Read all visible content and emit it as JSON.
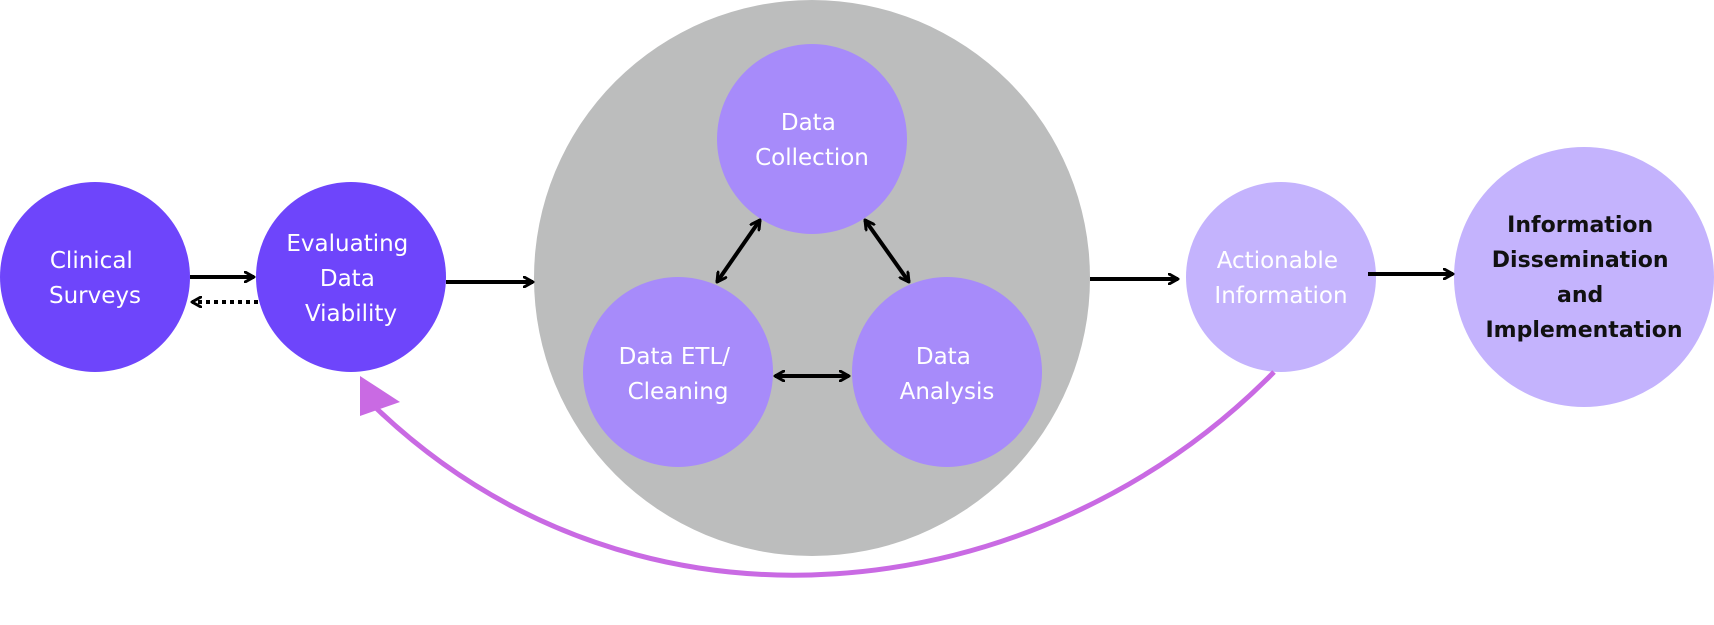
{
  "colors": {
    "deep_purple": "#6e45fb",
    "mid_purple": "#a78bfa",
    "light_purple": "#c4b3fd",
    "container_gray": "#bcbdbd",
    "arrow_black": "#000000",
    "feedback_arrow": "#c96ae3",
    "white_text": "#ffffff",
    "dark_text": "#111111"
  },
  "nodes": {
    "clinical_surveys": {
      "lines": [
        "Clinical",
        "Surveys"
      ]
    },
    "evaluating_viability": {
      "lines": [
        "Evaluating",
        "Data",
        "Viability"
      ]
    },
    "data_collection": {
      "lines": [
        "Data",
        "Collection"
      ]
    },
    "data_etl": {
      "lines": [
        "Data ETL/",
        "Cleaning"
      ]
    },
    "data_analysis": {
      "lines": [
        "Data",
        "Analysis"
      ]
    },
    "actionable_information": {
      "lines": [
        "Actionable",
        "Information"
      ]
    },
    "dissemination": {
      "lines": [
        "Information",
        "Dissemination",
        "and",
        "Implementation"
      ]
    }
  }
}
